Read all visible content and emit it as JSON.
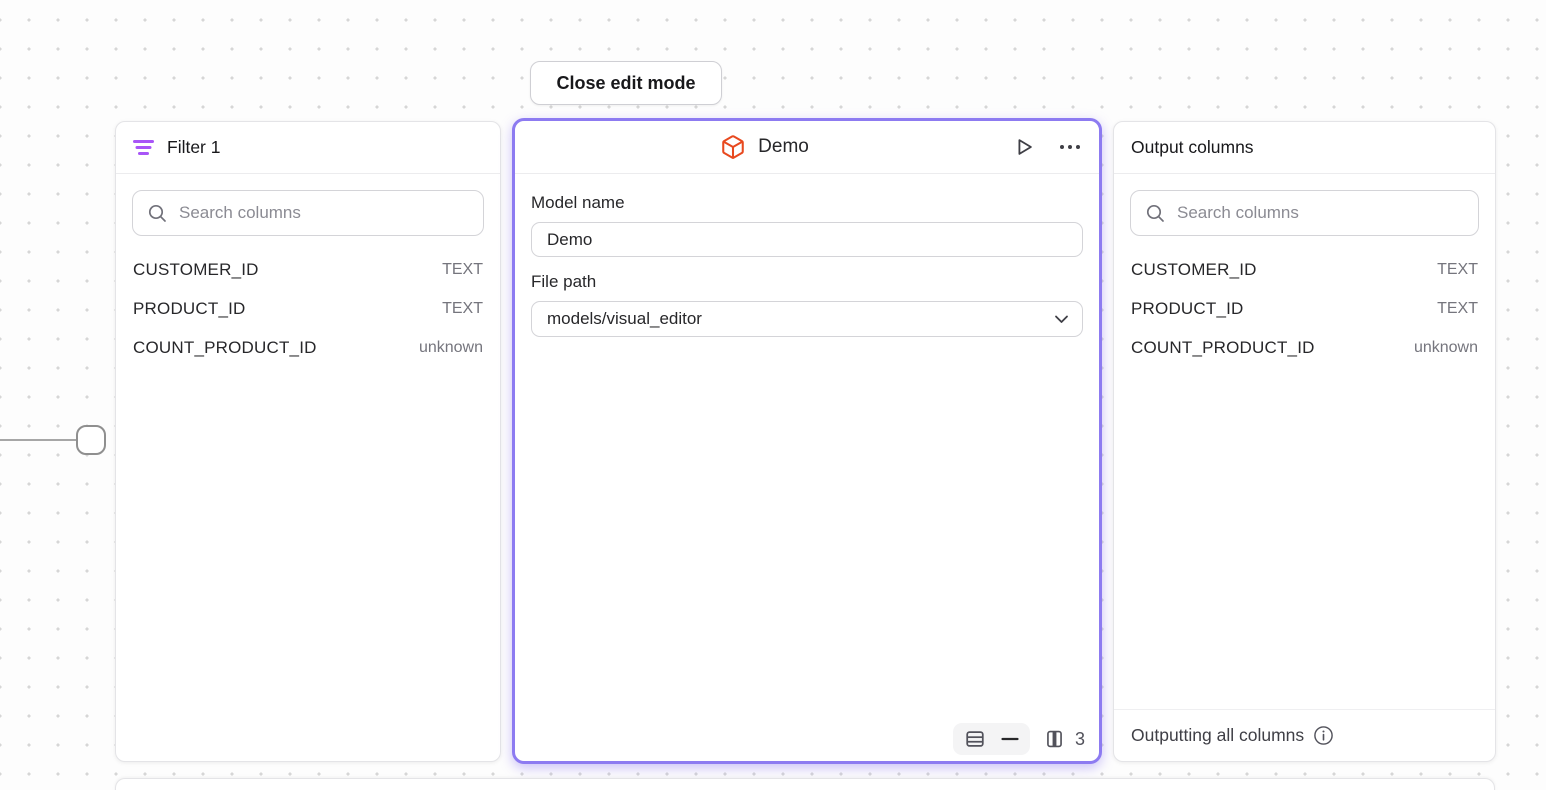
{
  "toolbar": {
    "close_button_label": "Close edit mode"
  },
  "panels": {
    "filter": {
      "title": "Filter 1",
      "search_placeholder": "Search columns",
      "columns": [
        {
          "name": "CUSTOMER_ID",
          "type": "TEXT"
        },
        {
          "name": "PRODUCT_ID",
          "type": "TEXT"
        },
        {
          "name": "COUNT_PRODUCT_ID",
          "type": "unknown"
        }
      ]
    },
    "model": {
      "title": "Demo",
      "model_name_label": "Model name",
      "model_name_value": "Demo",
      "file_path_label": "File path",
      "file_path_value": "models/visual_editor",
      "column_count": "3"
    },
    "output": {
      "title": "Output columns",
      "search_placeholder": "Search columns",
      "columns": [
        {
          "name": "CUSTOMER_ID",
          "type": "TEXT"
        },
        {
          "name": "PRODUCT_ID",
          "type": "TEXT"
        },
        {
          "name": "COUNT_PRODUCT_ID",
          "type": "unknown"
        }
      ],
      "footer_text": "Outputting all columns"
    }
  },
  "icons": {
    "filter": "filter-lines-icon",
    "cube": "cube-icon",
    "play": "play-icon",
    "more": "ellipsis-icon",
    "search": "search-icon",
    "rows": "rows-view-icon",
    "minus": "minus-icon",
    "columns": "columns-view-icon",
    "info": "info-icon",
    "chevron": "chevron-down-icon"
  },
  "colors": {
    "accent_purple": "#8d7bf1",
    "filter_icon_purple": "#a855f7",
    "cube_orange": "#e8491f"
  }
}
